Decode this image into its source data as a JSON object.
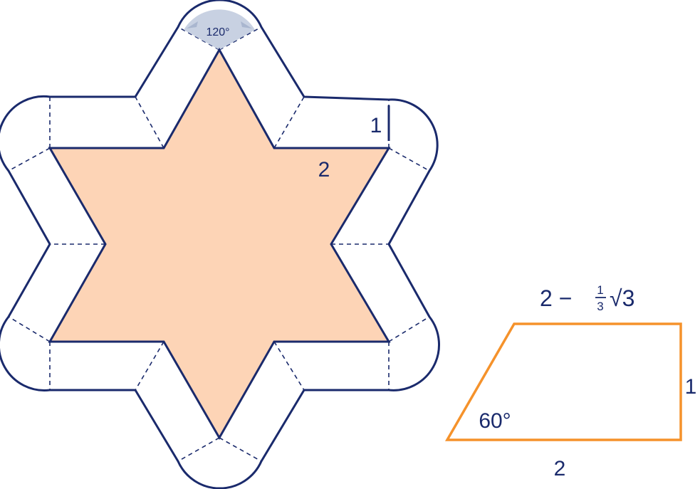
{
  "figure": {
    "angle_label": "120°",
    "offset_label": "1",
    "edge_label": "2",
    "trapezoid": {
      "top_prefix": "2 − ",
      "frac_num": "1",
      "frac_den": "3",
      "radical": "√3",
      "right_label": "1",
      "bottom_label": "2",
      "angle_label": "60°"
    }
  },
  "colors": {
    "outline": "#1a2a6c",
    "star_fill": "#fdd4b6",
    "angle_wedge": "#c5cfe0",
    "trapezoid": "#f5922b"
  }
}
